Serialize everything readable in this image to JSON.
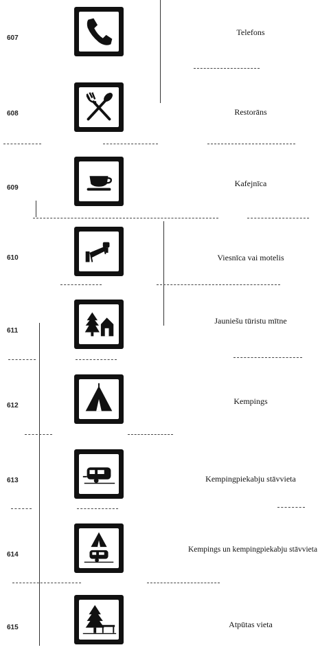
{
  "signs": [
    {
      "number": "607",
      "label": "Telefons",
      "icon": "telephone-icon"
    },
    {
      "number": "608",
      "label": "Restorāns",
      "icon": "fork-knife-icon"
    },
    {
      "number": "609",
      "label": "Kafejnīca",
      "icon": "coffee-cup-icon"
    },
    {
      "number": "610",
      "label": "Viesnīca vai motelis",
      "icon": "bed-icon"
    },
    {
      "number": "611",
      "label": "Jauniešu tūristu mītne",
      "icon": "tree-house-icon"
    },
    {
      "number": "612",
      "label": "Kempings",
      "icon": "tent-icon"
    },
    {
      "number": "613",
      "label": "Kempingpiekabju stāvvieta",
      "icon": "caravan-icon"
    },
    {
      "number": "614",
      "label": "Kempings un kempingpiekabju stāvvieta",
      "icon": "tent-caravan-icon"
    },
    {
      "number": "615",
      "label": "Atpūtas vieta",
      "icon": "tree-bench-icon"
    }
  ]
}
